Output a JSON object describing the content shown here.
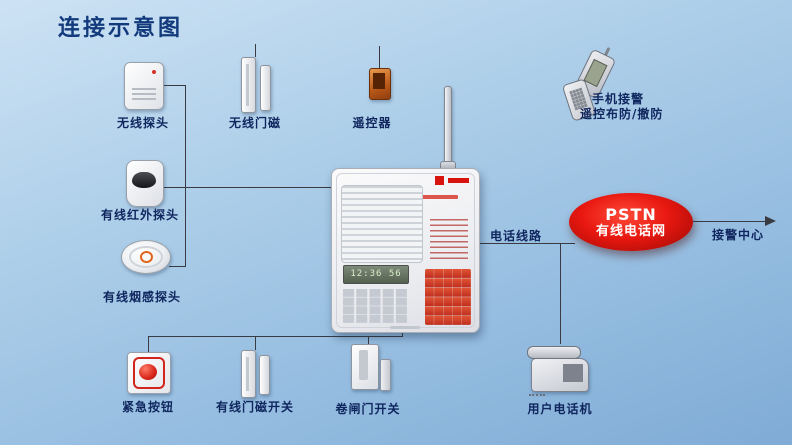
{
  "title": "连接示意图",
  "devices": {
    "wireless_detector": {
      "label": "无线探头"
    },
    "wired_infrared_detector": {
      "label": "有线红外探头"
    },
    "wired_smoke_detector": {
      "label": "有线烟感探头"
    },
    "wireless_door_magnet": {
      "label": "无线门磁"
    },
    "remote_control": {
      "label": "遥控器"
    },
    "mobile_phone": {
      "label_line1": "手机接警",
      "label_line2": "遥控布防/撤防"
    },
    "emergency_button": {
      "label": "紧急按钮"
    },
    "wired_door_magnet_switch": {
      "label": "有线门磁开关"
    },
    "roller_shutter_switch": {
      "label": "卷闸门开关"
    },
    "user_telephone": {
      "label": "用户电话机"
    }
  },
  "panel": {
    "display": "12:36 56"
  },
  "network": {
    "phone_line_label": "电话线路",
    "pstn_title": "PSTN",
    "pstn_subtitle": "有线电话网",
    "alarm_center_label": "接警中心"
  },
  "colors": {
    "background_top": "#cde2f4",
    "background_bottom": "#7fabd5",
    "title_text": "#123a7c",
    "label_text": "#0f265e",
    "pstn_red": "#d8140f",
    "connector_line": "#3a3a42"
  }
}
